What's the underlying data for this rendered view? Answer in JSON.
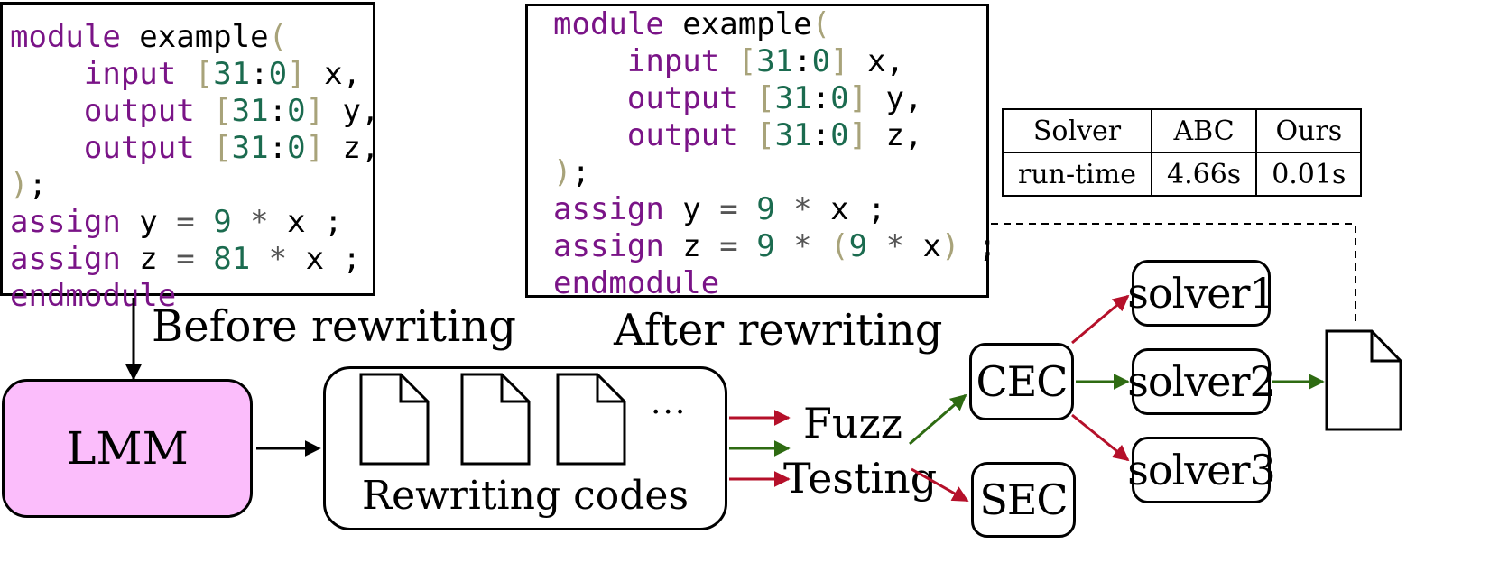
{
  "before_code": {
    "line1": {
      "kw": "module",
      "name": " example",
      "open": "("
    },
    "line2": {
      "indent": "    ",
      "kw": "input",
      "lb": " [",
      "n1": "31",
      "colon": ":",
      "n2": "0",
      "rb": "]",
      "var": " x,"
    },
    "line3": {
      "indent": "    ",
      "kw": "output",
      "lb": " [",
      "n1": "31",
      "colon": ":",
      "n2": "0",
      "rb": "]",
      "var": " y,"
    },
    "line4": {
      "indent": "    ",
      "kw": "output",
      "lb": " [",
      "n1": "31",
      "colon": ":",
      "n2": "0",
      "rb": "]",
      "var": " z,"
    },
    "line5": {
      "close": ")",
      "semi": ";"
    },
    "line6": {
      "kw": "assign",
      "lhs": " y ",
      "eq": "=",
      "sp": " ",
      "num": "9",
      "op": " * ",
      "rhs": "x ;"
    },
    "line7": {
      "kw": "assign",
      "lhs": " z ",
      "eq": "=",
      "sp": " ",
      "num": "81",
      "op": " * ",
      "rhs": "x ;"
    },
    "line8": {
      "kw": "endmodule"
    }
  },
  "after_code": {
    "line1": {
      "kw": "module",
      "name": " example",
      "open": "("
    },
    "line2": {
      "indent": "    ",
      "kw": "input",
      "lb": " [",
      "n1": "31",
      "colon": ":",
      "n2": "0",
      "rb": "]",
      "var": " x,"
    },
    "line3": {
      "indent": "    ",
      "kw": "output",
      "lb": " [",
      "n1": "31",
      "colon": ":",
      "n2": "0",
      "rb": "]",
      "var": " y,"
    },
    "line4": {
      "indent": "    ",
      "kw": "output",
      "lb": " [",
      "n1": "31",
      "colon": ":",
      "n2": "0",
      "rb": "]",
      "var": " z,"
    },
    "line5": {
      "close": ")",
      "semi": ";"
    },
    "line6": {
      "kw": "assign",
      "lhs": " y ",
      "eq": "=",
      "sp": " ",
      "num": "9",
      "op": " * ",
      "rhs": "x ;"
    },
    "line7": {
      "kw": "assign",
      "lhs": " z ",
      "eq": "=",
      "sp": " ",
      "num": "9",
      "op": " * ",
      "p_open": "(",
      "num2": "9",
      "op2": " * ",
      "x": "x",
      "p_close": ")",
      "tail": " ;"
    },
    "line8": {
      "kw": "endmodule"
    }
  },
  "labels": {
    "before_rewriting": "Before rewriting",
    "after_rewriting": "After rewriting",
    "lmm": "LMM",
    "rewriting_codes": "Rewriting codes",
    "ellipsis": "···",
    "fuzz": "Fuzz",
    "testing": "Testing",
    "cec": "CEC",
    "sec": "SEC",
    "solver1": "solver1",
    "solver2": "solver2",
    "solver3": "solver3"
  },
  "table": {
    "header": [
      "Solver",
      "ABC",
      "Ours"
    ],
    "row": [
      "run-time",
      "4.66s",
      "0.01s"
    ]
  },
  "colors": {
    "lmm_fill": "#fbbdfb",
    "red_arrow": "#b5102a",
    "green_arrow": "#2e6b12",
    "keyword": "#7a1487",
    "number": "#1b6b4f",
    "bracket": "#a8a37a"
  }
}
